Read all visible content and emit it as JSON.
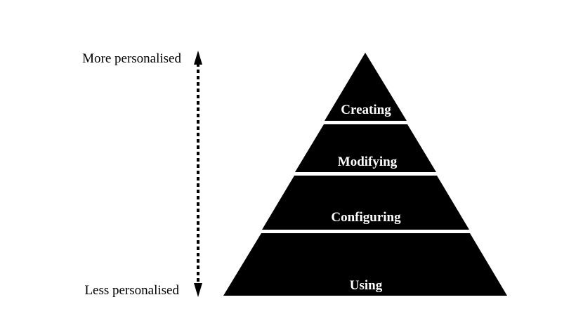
{
  "axis": {
    "top_label": "More personalised",
    "bottom_label": "Less personalised"
  },
  "pyramid": {
    "tiers": [
      {
        "label": "Creating"
      },
      {
        "label": "Modifying"
      },
      {
        "label": "Configuring"
      },
      {
        "label": "Using"
      }
    ]
  },
  "colors": {
    "fill": "#000000",
    "text_on_fill": "#ffffff",
    "background": "#ffffff"
  }
}
